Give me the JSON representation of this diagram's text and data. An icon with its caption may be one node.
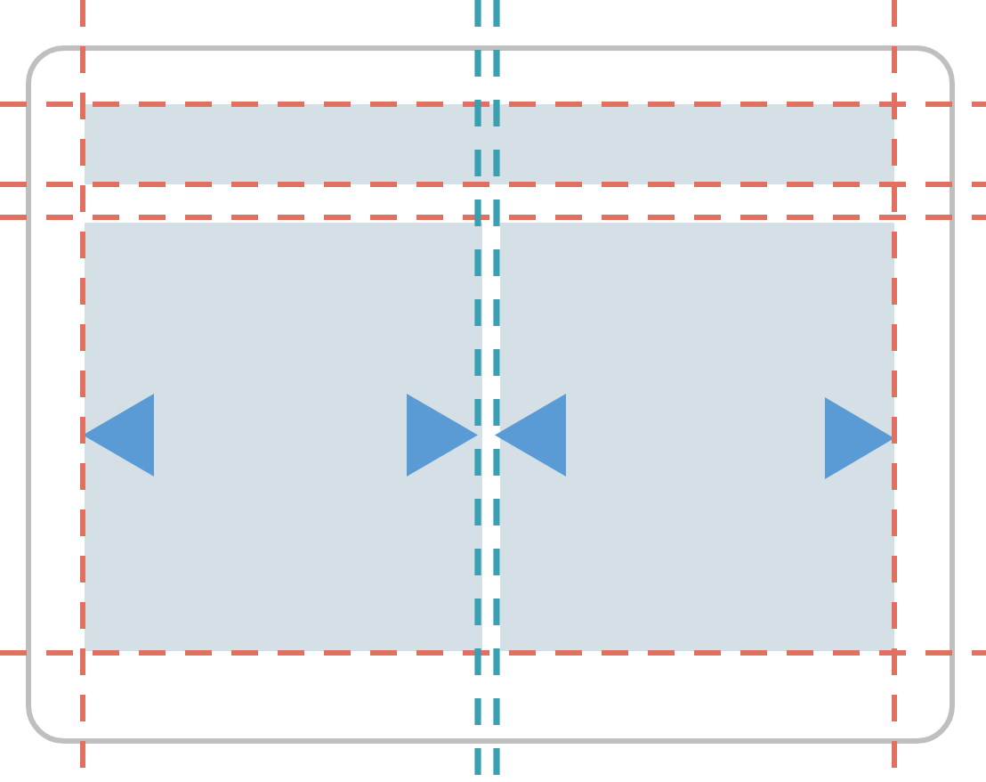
{
  "diagram": {
    "nodes": [
      {
        "text": [],
        "shape": "box"
      },
      {
        "text": [],
        "shape": "box",
        "in": 0
      },
      {
        "text": [],
        "shape": "box",
        "in": 0
      },
      {
        "text": [],
        "shape": "box",
        "in": 0
      },
      {
        "text": [],
        "shape": "triangle",
        "in": 2
      },
      {
        "text": [],
        "shape": "triangle",
        "in": 2
      },
      {
        "text": [],
        "shape": "triangle",
        "in": 3
      },
      {
        "text": [],
        "shape": "triangle",
        "in": 3
      }
    ]
  }
}
